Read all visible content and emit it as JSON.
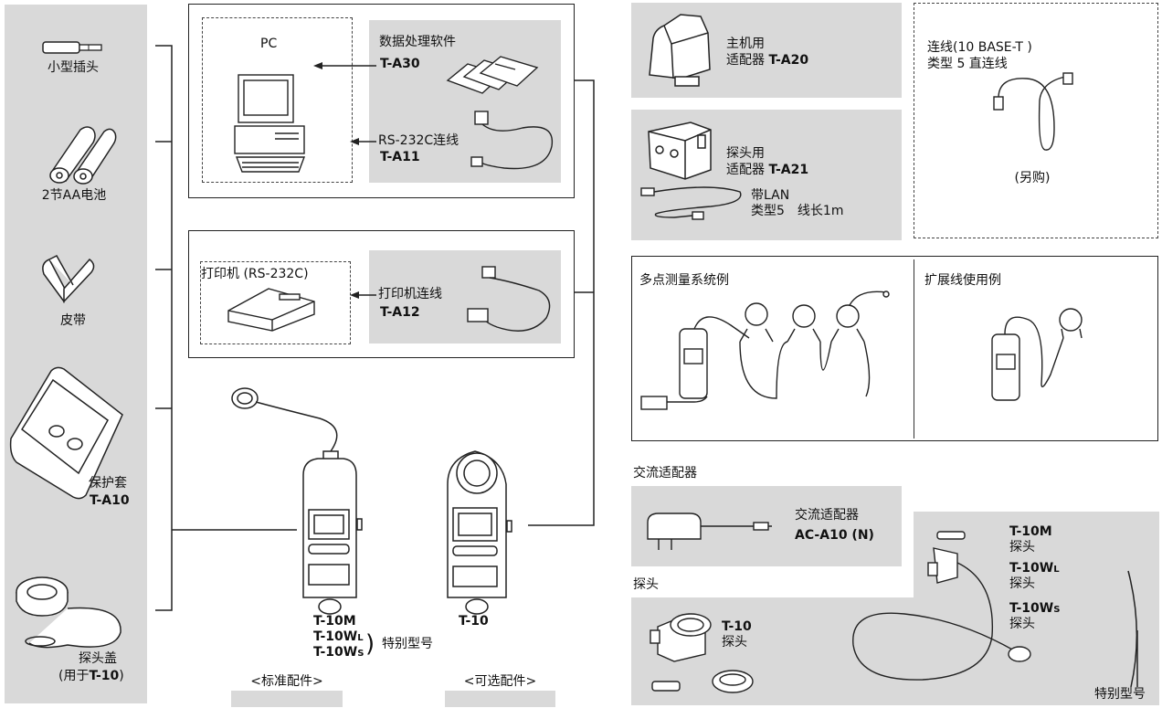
{
  "standard": {
    "mini_plug": "小型插头",
    "battery": "2节AA电池",
    "strap": "皮带",
    "case_name": "保护套",
    "case_model": "T-A10",
    "cap_name": "探头盖",
    "cap_for_prefix": "(用于",
    "cap_for_model": "T-10",
    "cap_for_suffix": ")"
  },
  "pc_group": {
    "pc": "PC",
    "software_name": "数据处理软件",
    "software_model": "T-A30",
    "cable_name": "RS-232C连线",
    "cable_model": "T-A11"
  },
  "printer_group": {
    "printer": "打印机 (RS-232C)",
    "cable_name": "打印机连线",
    "cable_model": "T-A12"
  },
  "meters": {
    "model_m": "T-10M",
    "model_wl_base": "T-10W",
    "model_wl_sub": "L",
    "model_ws_base": "T-10W",
    "model_ws_sub": "S",
    "special": "特别型号",
    "model_10": "T-10"
  },
  "tabs": {
    "standard": "<标准配件>",
    "optional": "<可选配件>"
  },
  "adapters": {
    "main_name": "主机用",
    "main_prefix": "适配器",
    "main_model": "T-A20",
    "probe_name": "探头用",
    "probe_prefix": "适配器",
    "probe_model": "T-A21",
    "lan_line1": "带LAN",
    "lan_line2": "类型5　线长1m",
    "conn_line1": "连线(10 BASE-T )",
    "conn_line2": "类型 5 直连线",
    "sold_separately": "(另购)"
  },
  "examples": {
    "multipoint": "多点测量系统例",
    "extension": "扩展线使用例"
  },
  "ac": {
    "section": "交流适配器",
    "name": "交流适配器",
    "model": "AC-A10 (N)"
  },
  "probes": {
    "section": "探头",
    "t10_model": "T-10",
    "t10_label": "探头",
    "m_model": "T-10M",
    "m_label": "探头",
    "wl_base": "T-10W",
    "wl_sub": "L",
    "wl_label": "探头",
    "ws_base": "T-10W",
    "ws_sub": "S",
    "ws_label": "探头",
    "special": "特别型号"
  }
}
